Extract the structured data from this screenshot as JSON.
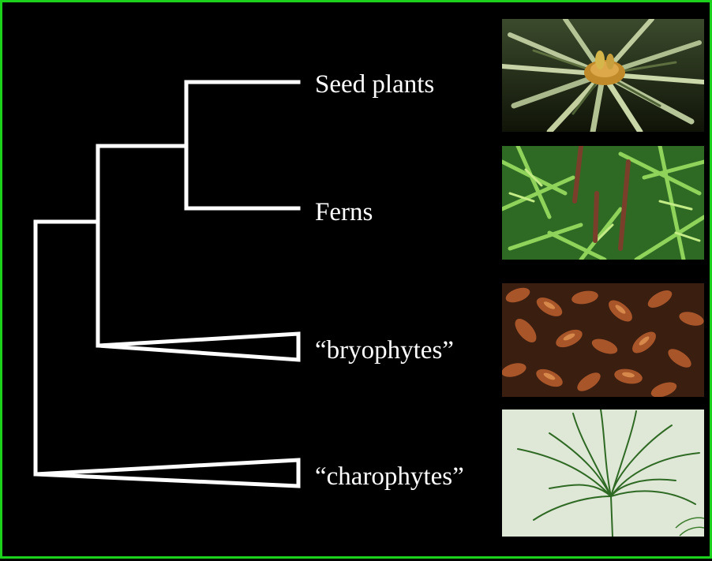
{
  "taxa": [
    {
      "name": "Seed plants",
      "image_icon": "cycad-photo"
    },
    {
      "name": "Ferns",
      "image_icon": "fern-photo"
    },
    {
      "name": "“bryophytes”",
      "image_icon": "moss-photo"
    },
    {
      "name": "“charophytes”",
      "image_icon": "green-alga-photo"
    }
  ],
  "colors": {
    "background": "#000000",
    "border": "#1bd11b",
    "tree_lines": "#ffffff",
    "label_text": "#ffffff"
  }
}
